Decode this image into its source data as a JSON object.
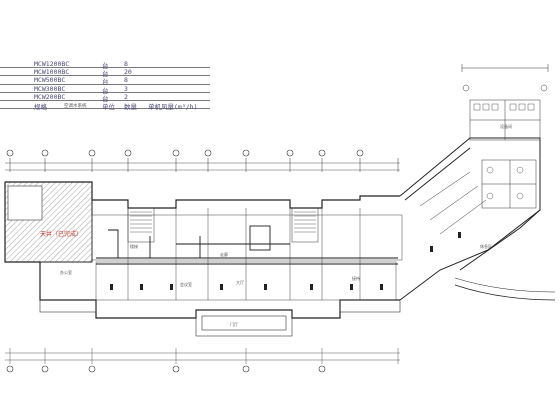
{
  "schedule": {
    "rows": [
      {
        "model": "MCW1200BC",
        "unit": "台",
        "qty": "8",
        "spec": ""
      },
      {
        "model": "MCW1000BC",
        "unit": "台",
        "qty": "20",
        "spec": ""
      },
      {
        "model": "MCW500BC",
        "unit": "台",
        "qty": "8",
        "spec": ""
      },
      {
        "model": "MCW300BC",
        "unit": "台",
        "qty": "3",
        "spec": ""
      },
      {
        "model": "MCW200BC",
        "unit": "台",
        "qty": "2",
        "spec": ""
      }
    ],
    "header": {
      "model": "规格",
      "unit": "单位",
      "qty": "数量",
      "spec": "单机风量(m³/h)"
    },
    "caption": "空调水系统"
  },
  "plan": {
    "red_label": "天井（已完成）",
    "labels": [
      "办公室",
      "会议室",
      "大厅",
      "走廊",
      "门厅",
      "接待",
      "休息区",
      "楼梯",
      "设备间"
    ]
  },
  "colors": {
    "line": "#2b2b2b",
    "hatch": "#555555",
    "red": "#c0392b",
    "table_text": "#4a4a7a"
  }
}
